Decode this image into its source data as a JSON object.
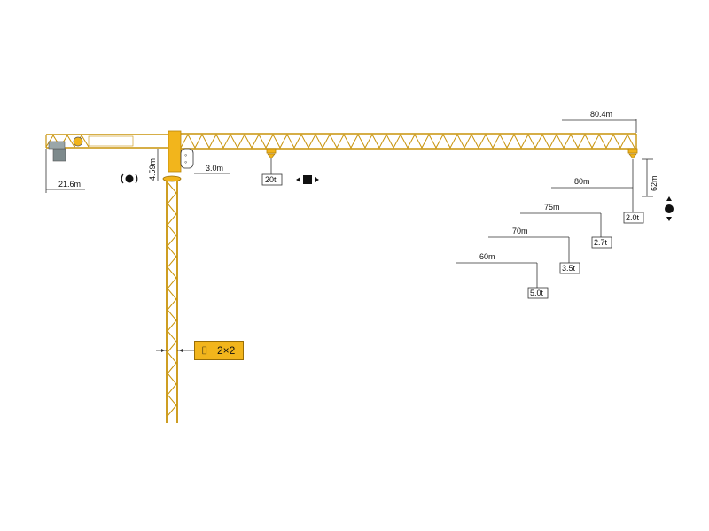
{
  "colors": {
    "crane": "#f2b51c",
    "crane_dark": "#c8930a",
    "line": "#333333"
  },
  "dimensions": {
    "counter_jib": "21.6m",
    "cab_height": "4.59m",
    "trolley_offset": "3.0m",
    "max_jib": "80.4m",
    "hook_height": "62m"
  },
  "trolley": {
    "label": "20t",
    "icon": "trolley-travel-icon"
  },
  "slew_icon": "slewing-icon",
  "hoist_icon": "hoist-icon",
  "load_curve": [
    {
      "radius": "80m",
      "load": "2.0t"
    },
    {
      "radius": "75m",
      "load": "2.7t"
    },
    {
      "radius": "70m",
      "load": "3.5t"
    },
    {
      "radius": "60m",
      "load": "5.0t"
    }
  ],
  "mast_section": {
    "icon": "mast-section-icon",
    "label": "2×2"
  }
}
